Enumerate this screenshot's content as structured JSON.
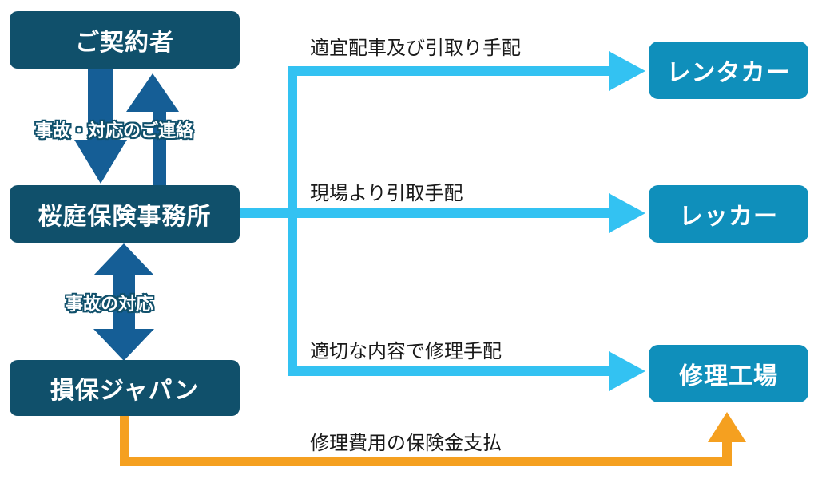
{
  "boxes": {
    "contractor": "ご契約者",
    "agency": "桜庭保険事務所",
    "insurer": "損保ジャパン",
    "rental_car": "レンタカー",
    "tow_truck": "レッカー",
    "repair_shop": "修理工場"
  },
  "arrow_labels": {
    "accident_contact": "事故・対応のご連絡",
    "accident_handling": "事故の対応"
  },
  "flows": {
    "rental": "適宜配車及び引取り手配",
    "tow": "現場より引取手配",
    "repair": "適切な内容で修理手配",
    "payment": "修理費用の保険金支払"
  },
  "colors": {
    "dark_box": "#10506b",
    "teal_box": "#0f8fbb",
    "blue_arrow": "#155e96",
    "cyan_line": "#33c2f2",
    "orange_line": "#f5a020"
  }
}
